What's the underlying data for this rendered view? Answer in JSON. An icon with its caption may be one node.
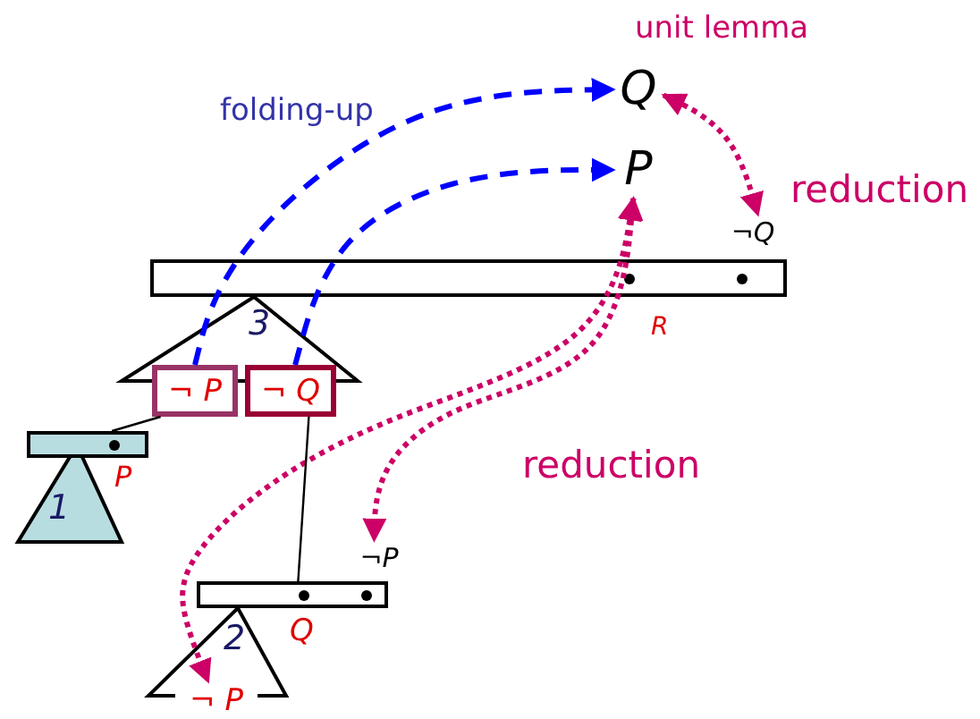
{
  "diagram": {
    "nodes": [
      {
        "text": [
          "Q"
        ]
      },
      {
        "text": [
          "P"
        ]
      },
      {
        "text": [
          "¬Q"
        ]
      },
      {
        "text": [
          "¬ P"
        ]
      },
      {
        "text": [
          "¬ Q"
        ]
      },
      {
        "text": [],
        "shape": "bar"
      },
      {
        "text": [
          "¬P"
        ]
      },
      {
        "text": [],
        "shape": "bar"
      },
      {
        "text": [
          "¬ P"
        ]
      }
    ],
    "edges": [
      {
        "from": 3,
        "to": 0,
        "arrow": "to",
        "style": "dashed",
        "color": "#0000ff"
      },
      {
        "from": 4,
        "to": 1,
        "arrow": "to",
        "style": "dashed",
        "color": "#0000ff"
      },
      {
        "from": 0,
        "to": 2,
        "arrow": "both",
        "style": "dashed",
        "color": "#cc0066"
      },
      {
        "from": 1,
        "to": 6,
        "arrow": "both",
        "label": "reduction",
        "style": "dashed",
        "color": "#cc0066"
      },
      {
        "from": 1,
        "to": 8,
        "arrow": "both",
        "style": "dashed",
        "color": "#cc0066"
      },
      {
        "from": 3,
        "to": 5,
        "arrow": "none",
        "color": "#000000"
      },
      {
        "from": 4,
        "to": 7,
        "arrow": "none",
        "color": "#000000"
      }
    ],
    "labels": [
      "unit lemma",
      "folding-up",
      "reduction",
      "R",
      "3",
      "P",
      "1",
      "Q",
      "2"
    ]
  }
}
